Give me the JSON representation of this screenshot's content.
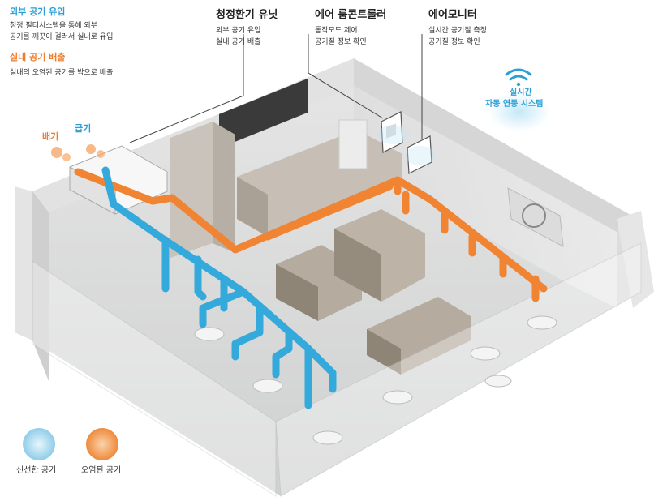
{
  "left_info": {
    "intake_title": "외부 공기 유입",
    "intake_desc_1": "청정 필터시스템을 통해 외부",
    "intake_desc_2": "공기를 깨끗이 걸러서 실내로 유입",
    "exhaust_title": "실내 공기 배출",
    "exhaust_desc": "실내의 오염된 공기를 밖으로 배출"
  },
  "top_labels": [
    {
      "title": "청정환기 유닛",
      "line1": "외부 공기 유입",
      "line2": "실내 공기 배출"
    },
    {
      "title": "에어 룸콘트롤러",
      "line1": "동작모드 제어",
      "line2": "공기질 정보 확인"
    },
    {
      "title": "에어모니터",
      "line1": "실시간 공기질 측정",
      "line2": "공기질 정보 확인"
    }
  ],
  "system": {
    "line1": "실시간",
    "line2": "자동 연동 시스템"
  },
  "unit_labels": {
    "exhaust": "배기",
    "supply": "급기"
  },
  "legend": {
    "fresh": "신선한 공기",
    "polluted": "오염된 공기"
  },
  "colors": {
    "fresh": "#34a9dc",
    "polluted": "#f08432",
    "wall": "#e9e9e9",
    "floor": "#d8d9d9"
  },
  "icons": {
    "system": "wifi-icon",
    "controller": "controller-icon",
    "monitor": "monitor-icon"
  }
}
